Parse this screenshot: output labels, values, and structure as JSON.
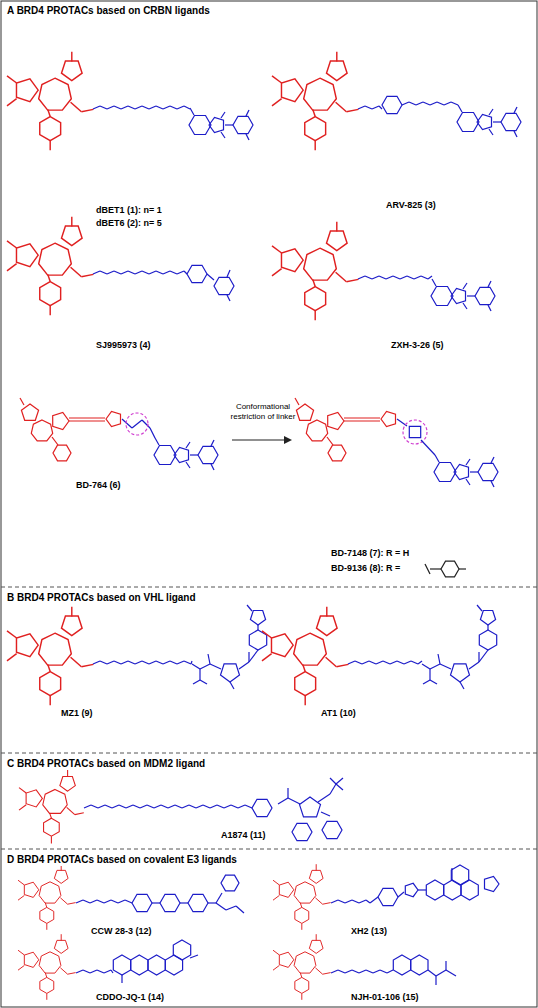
{
  "diagram": {
    "nodes": [
      {
        "text": [
          "A BRD4 PROTACs based on CRBN ligands"
        ]
      },
      {
        "text": [
          "B BRD4 PROTACs based on VHL ligand"
        ]
      },
      {
        "text": [
          "C BRD4 PROTACs based on MDM2 ligand"
        ]
      },
      {
        "text": [
          "D BRD4 PROTACs based on covalent E3 ligands"
        ]
      }
    ],
    "labels": [
      "dBET1 (1): n= 1",
      "dBET6 (2): n= 5",
      "ARV-825 (3)",
      "SJ995973 (4)",
      "ZXH-3-26 (5)",
      "Conformational restriction of linker",
      "BD-764 (6)",
      "BD-7148 (7): R = H",
      "BD-9136 (8): R =",
      "MZ1 (9)",
      "AT1 (10)",
      "A1874 (11)",
      "CCW 28-3 (12)",
      "XH2 (13)",
      "CDDO-JQ-1 (14)",
      "NJH-01-106 (15)"
    ]
  }
}
